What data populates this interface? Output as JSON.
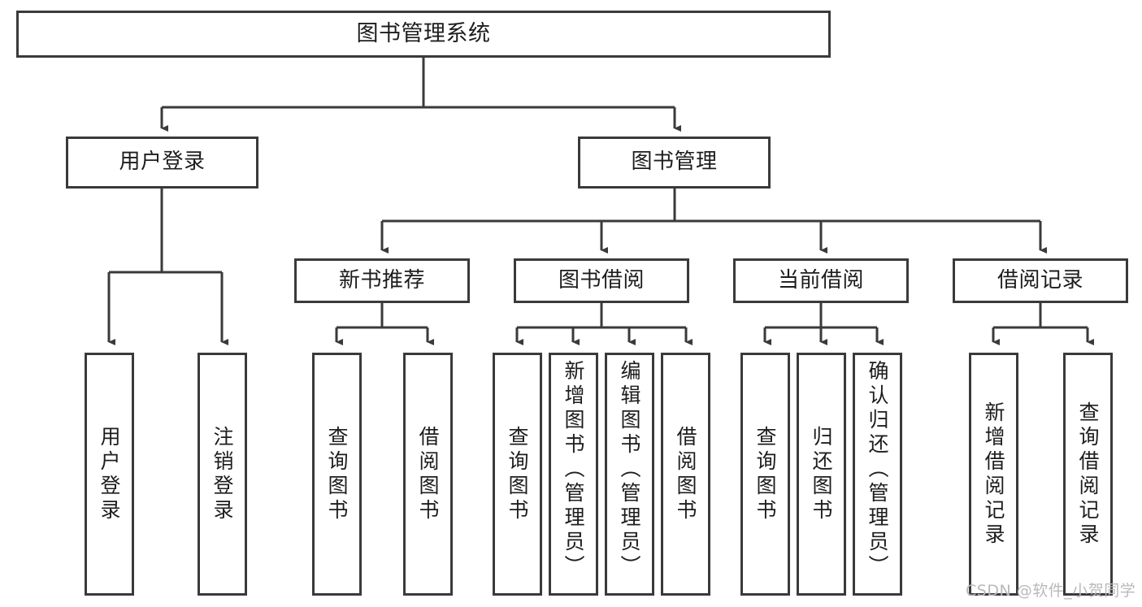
{
  "diagram": {
    "title": "图书管理系统",
    "type": "hierarchy-tree",
    "orientation": "top-down",
    "line_color": "#3a3a3a",
    "box_fill": "#ffffff",
    "text_color": "#1d1d1d",
    "levels": 4,
    "nodes": {
      "root": {
        "label": "图书管理系统"
      },
      "level2": [
        {
          "label": "用户登录"
        },
        {
          "label": "图书管理"
        }
      ],
      "level3": [
        {
          "label": "新书推荐"
        },
        {
          "label": "图书借阅"
        },
        {
          "label": "当前借阅"
        },
        {
          "label": "借阅记录"
        }
      ],
      "leaves_user_login": [
        {
          "label": "用户登录"
        },
        {
          "label": "注销登录"
        }
      ],
      "leaves_new_book": [
        {
          "label": "查询图书"
        },
        {
          "label": "借阅图书"
        }
      ],
      "leaves_book_borrow": [
        {
          "label": "查询图书"
        },
        {
          "label": "新增图书（管理员）"
        },
        {
          "label": "编辑图书（管理员）"
        },
        {
          "label": "借阅图书"
        }
      ],
      "leaves_current_borrow": [
        {
          "label": "查询图书"
        },
        {
          "label": "归还图书"
        },
        {
          "label": "确认归还（管理员）"
        }
      ],
      "leaves_borrow_record": [
        {
          "label": "新增借阅记录"
        },
        {
          "label": "查询借阅记录"
        }
      ]
    }
  },
  "watermark": {
    "text": "CSDN @软件_小贺同学"
  }
}
